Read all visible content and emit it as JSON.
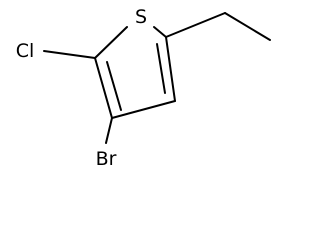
{
  "molecule": {
    "atoms": {
      "sulfur": "S",
      "chlorine": "Cl",
      "bromine": "Br"
    },
    "colors": {
      "bond": "#000000",
      "label": "#000000",
      "background": "#ffffff"
    }
  }
}
